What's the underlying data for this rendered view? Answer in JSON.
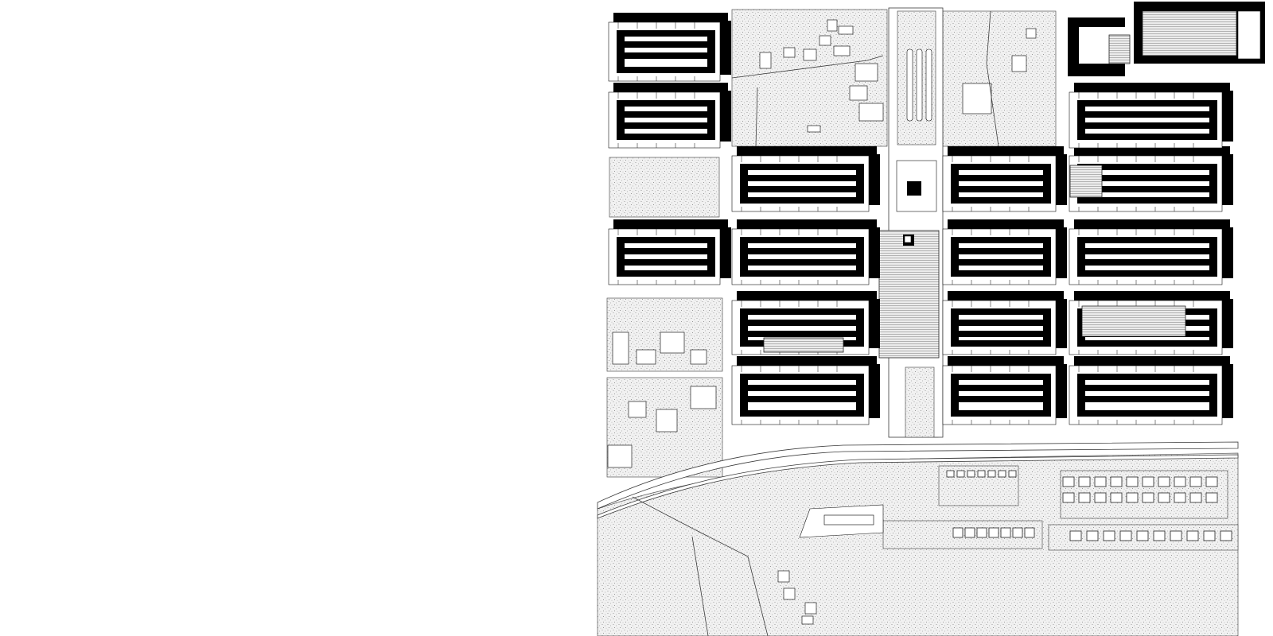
{
  "image": {
    "kind": "architectural site plan",
    "style": "black-and-white figure-ground with stippled open ground",
    "text_labels": []
  },
  "colors": {
    "background": "#ffffff",
    "building_mass": "#000000",
    "line": "#3a3a3a",
    "stipple": "#8a8a8a"
  },
  "counts": {
    "courtyard_housing_blocks": 17,
    "row_house_units_south": 30
  }
}
